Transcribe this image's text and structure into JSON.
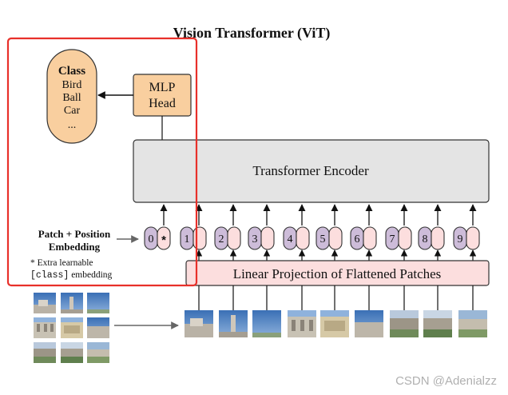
{
  "title": "Vision Transformer (ViT)",
  "class_box": {
    "heading": "Class",
    "items": [
      "Bird",
      "Ball",
      "Car",
      "..."
    ]
  },
  "mlp_head": {
    "line1": "MLP",
    "line2": "Head"
  },
  "encoder": {
    "label": "Transformer Encoder"
  },
  "projection": {
    "label": "Linear Projection of Flattened Patches"
  },
  "embedding": {
    "line1": "Patch + Position",
    "line2": "Embedding"
  },
  "note": {
    "line1": "* Extra learnable",
    "class_token": "[class]",
    "line2_rest": " embedding"
  },
  "token_indices": [
    "0",
    "1",
    "2",
    "3",
    "4",
    "5",
    "6",
    "7",
    "8",
    "9"
  ],
  "class_token_mark": "*",
  "watermark": "CSDN @Adenialzz",
  "colors": {
    "orange": "#f9cf9f",
    "gray": "#e4e4e4",
    "purple": "#cdbcd9",
    "pink": "#fcdede",
    "highlight": "#e8302a"
  }
}
